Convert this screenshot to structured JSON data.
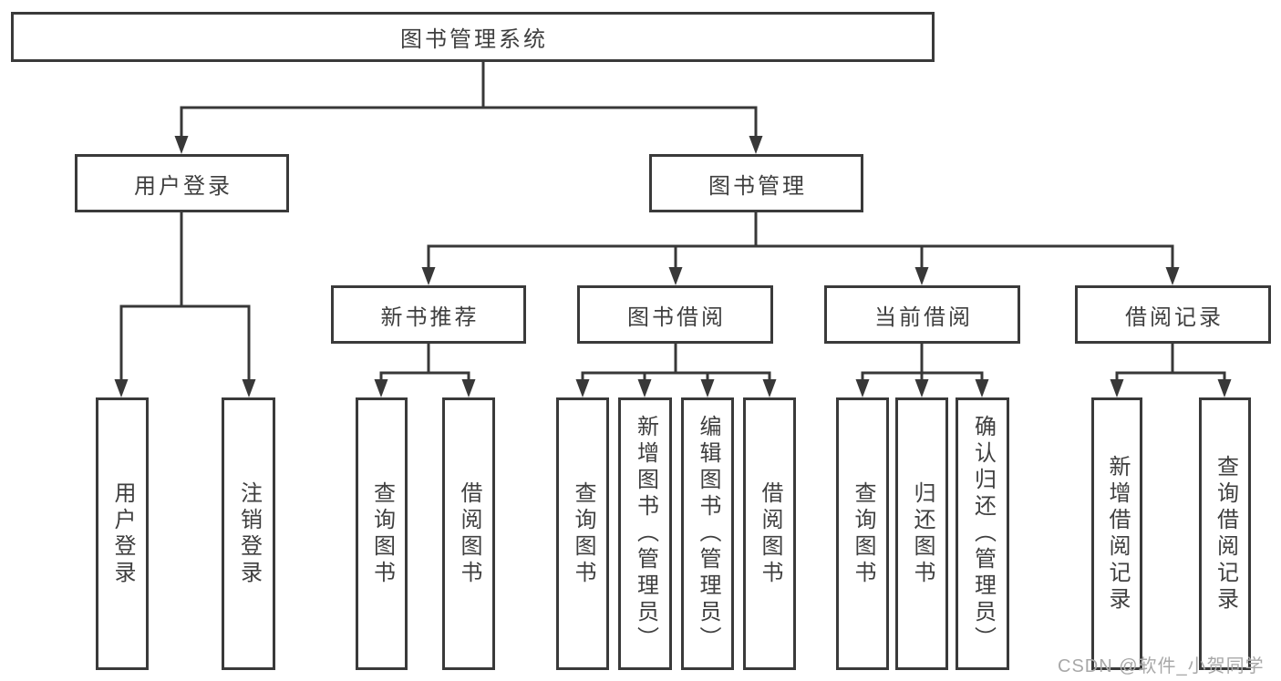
{
  "tree": {
    "label": "图书管理系统",
    "children": [
      {
        "label": "用户登录",
        "children": [
          {
            "label": "用户登录"
          },
          {
            "label": "注销登录"
          }
        ]
      },
      {
        "label": "图书管理",
        "children": [
          {
            "label": "新书推荐",
            "children": [
              {
                "label": "查询图书"
              },
              {
                "label": "借阅图书"
              }
            ]
          },
          {
            "label": "图书借阅",
            "children": [
              {
                "label": "查询图书"
              },
              {
                "label": "新增图书（管理员）"
              },
              {
                "label": "编辑图书（管理员）"
              },
              {
                "label": "借阅图书"
              }
            ]
          },
          {
            "label": "当前借阅",
            "children": [
              {
                "label": "查询图书"
              },
              {
                "label": "归还图书"
              },
              {
                "label": "确认归还（管理员）"
              }
            ]
          },
          {
            "label": "借阅记录",
            "children": [
              {
                "label": "新增借阅记录"
              },
              {
                "label": "查询借阅记录"
              }
            ]
          }
        ]
      }
    ]
  },
  "watermark": {
    "text": "CSDN @软件_小贺同学"
  },
  "colors": {
    "line": "#383838",
    "box_border": "#3a3a3a",
    "box_fill": "#ffffff",
    "text": "#3f3f3f",
    "watermark": "#a8a8a8",
    "background": "#ffffff"
  }
}
